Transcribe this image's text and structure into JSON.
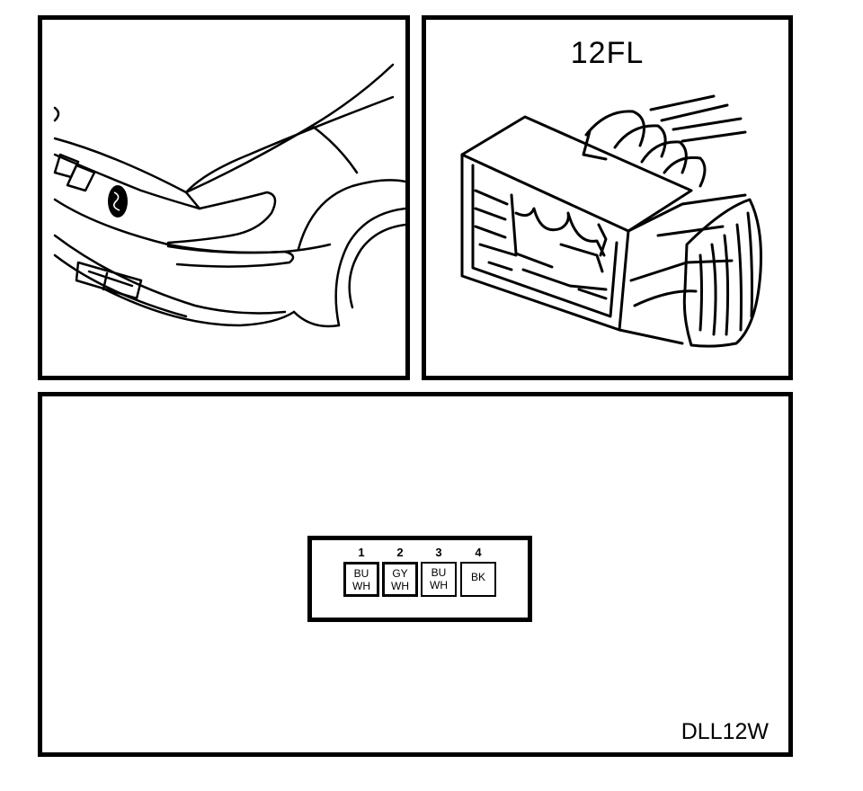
{
  "connector": {
    "title": "12FL",
    "diagram_code": "DLL12W"
  },
  "pins": [
    {
      "number": "1",
      "color_top": "BU",
      "color_bottom": "WH"
    },
    {
      "number": "2",
      "color_top": "GY",
      "color_bottom": "WH"
    },
    {
      "number": "3",
      "color_top": "BU",
      "color_bottom": "WH"
    },
    {
      "number": "4",
      "color_top": "BK",
      "color_bottom": ""
    }
  ]
}
